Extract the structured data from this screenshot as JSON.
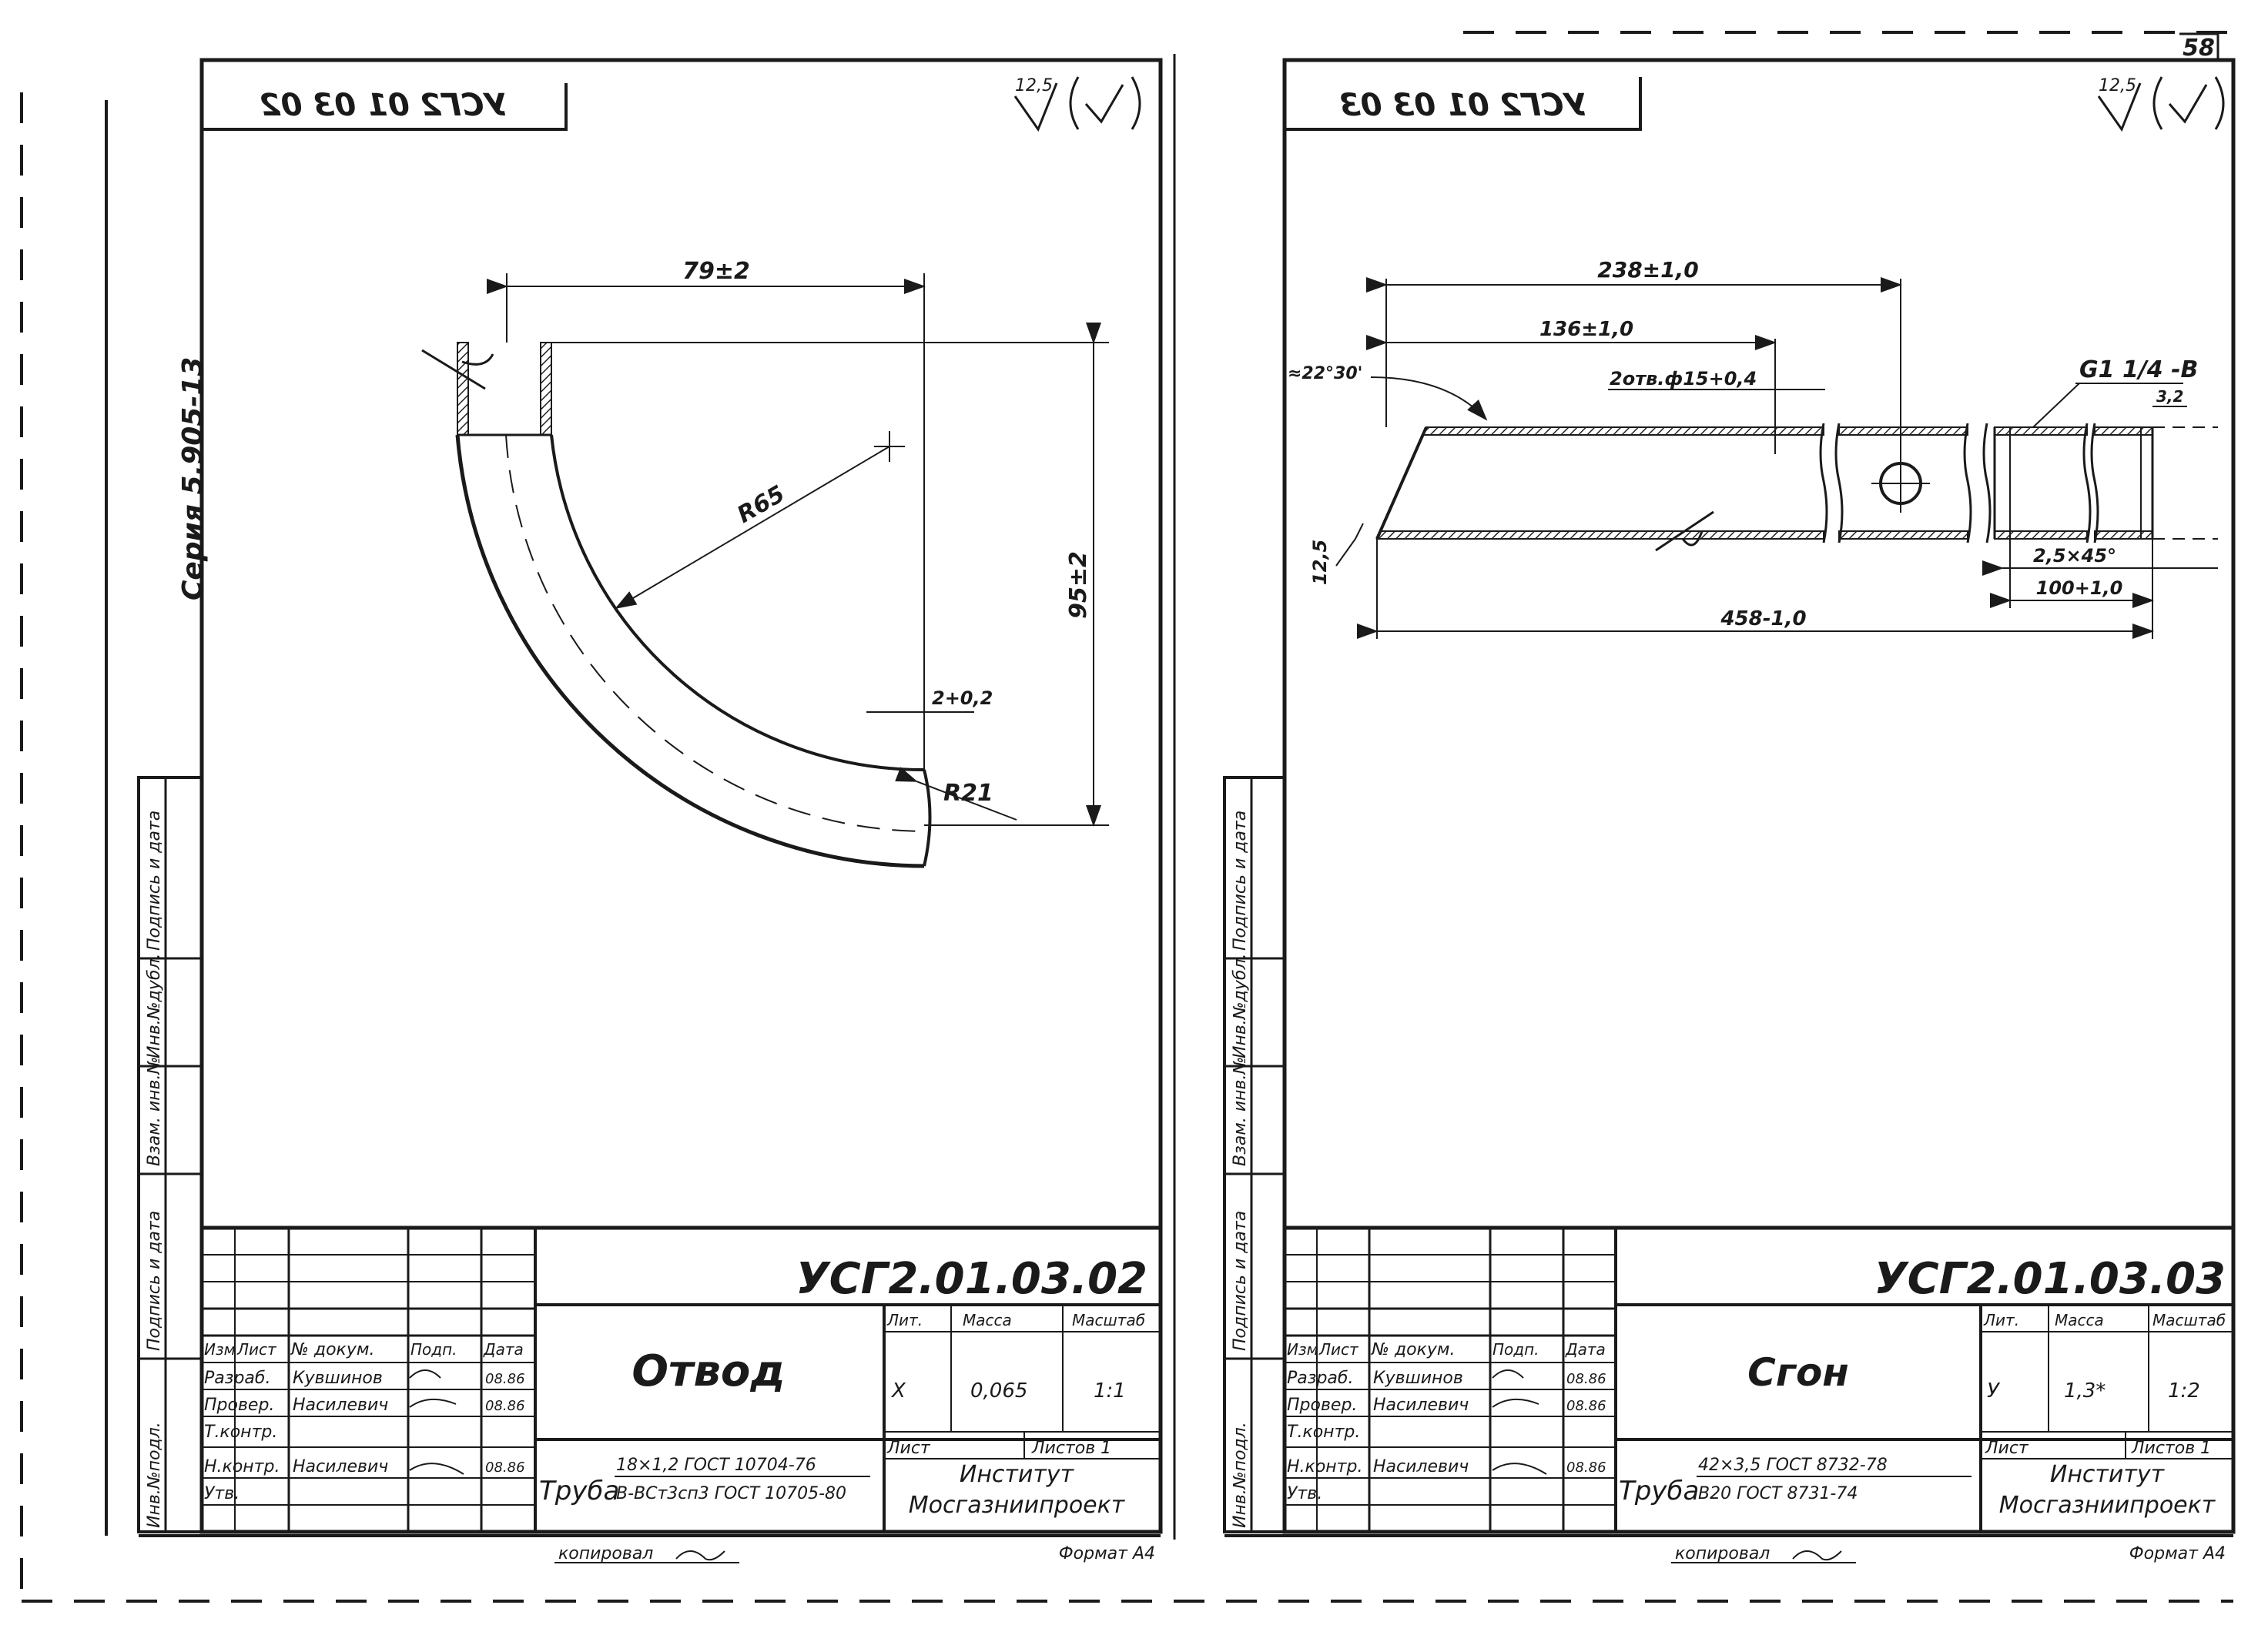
{
  "page_number": "58",
  "series_label": "Серия 5.905-13",
  "roughness": {
    "value": "12,5",
    "symbol": "√(✓)"
  },
  "side_stamp_labels": [
    "Инв.№подл.",
    "Подпись и дата",
    "Взам. инв.№",
    "Инв.№дубл.",
    "Подпись и дата"
  ],
  "sheet_left": {
    "mirrored_code": "УСГ2 01 03 02",
    "drawing": {
      "dim_width": "79±2",
      "dim_height": "95±2",
      "dim_radius": "R65",
      "dim_wall": "2+0,2",
      "dim_end_radius": "R21"
    },
    "title_block": {
      "code": "УСГ2.01.03.02",
      "name": "Отвод",
      "head": [
        "Изм",
        "Лист",
        "№ докум.",
        "Подп.",
        "Дата"
      ],
      "rows": [
        {
          "role": "Разраб.",
          "name": "Кувшинов",
          "date": "08.86"
        },
        {
          "role": "Провер.",
          "name": "Насилевич",
          "date": "08.86"
        },
        {
          "role": "Т.контр.",
          "name": "",
          "date": ""
        },
        {
          "role": "Н.контр.",
          "name": "Насилевич",
          "date": "08.86"
        },
        {
          "role": "Утв.",
          "name": "",
          "date": ""
        }
      ],
      "material_prefix": "Труба",
      "material_line1": "18×1,2 ГОСТ 10704-76",
      "material_line2": "В-ВСт3сп3 ГОСТ 10705-80",
      "col_labels": [
        "Лит.",
        "Масса",
        "Масштаб"
      ],
      "lit": "Х",
      "mass": "0,065",
      "scale": "1:1",
      "sheet": "Лист",
      "sheets": "Листов 1",
      "org_line1": "Институт",
      "org_line2": "Мосгазниипроект",
      "copied": "копировал",
      "format": "Формат А4"
    }
  },
  "sheet_right": {
    "mirrored_code": "УСГ2 01 03 03",
    "drawing": {
      "dim_total_top": "238±1,0",
      "dim_inner": "136±1,0",
      "dim_holes": "2отв.ф15+0,4",
      "dim_angle": "≈22°30'",
      "dim_thread": "G1 1/4 -В",
      "dim_thread_len": "3,2",
      "dim_chamfer": "2,5×45°",
      "dim_thread_zone": "100+1,0",
      "dim_total_bottom": "458-1,0",
      "dim_roughness_side": "12,5"
    },
    "title_block": {
      "code": "УСГ2.01.03.03",
      "name": "Сгон",
      "head": [
        "Изм",
        "Лист",
        "№ докум.",
        "Подп.",
        "Дата"
      ],
      "rows": [
        {
          "role": "Разраб.",
          "name": "Кувшинов",
          "date": "08.86"
        },
        {
          "role": "Провер.",
          "name": "Насилевич",
          "date": "08.86"
        },
        {
          "role": "Т.контр.",
          "name": "",
          "date": ""
        },
        {
          "role": "Н.контр.",
          "name": "Насилевич",
          "date": "08.86"
        },
        {
          "role": "Утв.",
          "name": "",
          "date": ""
        }
      ],
      "material_prefix": "Труба",
      "material_line1": "42×3,5 ГОСТ 8732-78",
      "material_line2": "В20 ГОСТ 8731-74",
      "col_labels": [
        "Лит.",
        "Масса",
        "Масштаб"
      ],
      "lit": "У",
      "mass": "1,3*",
      "scale": "1:2",
      "sheet": "Лист",
      "sheets": "Листов 1",
      "org_line1": "Институт",
      "org_line2": "Мосгазниипроект",
      "copied": "копировал",
      "format": "Формат А4"
    }
  }
}
